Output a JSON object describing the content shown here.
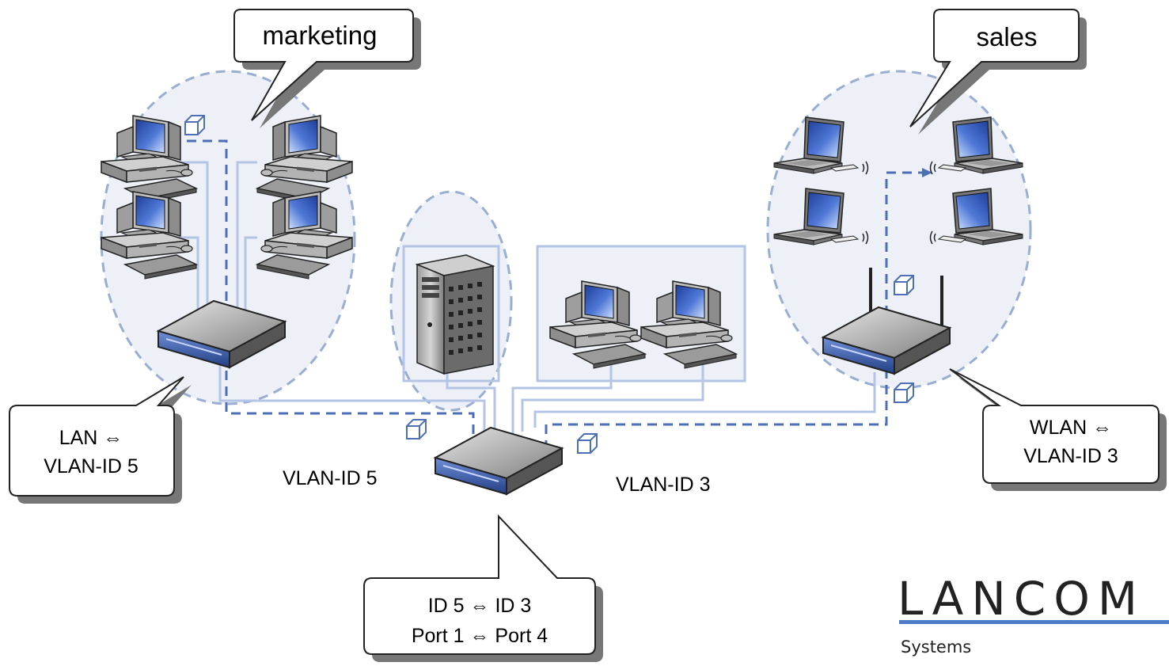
{
  "callouts": {
    "marketing": "marketing",
    "sales": "sales",
    "lan_line1": "LAN ⇔",
    "lan_line2": "VLAN-ID 5",
    "wlan_line1": "WLAN ⇔",
    "wlan_line2": "VLAN-ID 3",
    "switch_line1": "ID 5 ⇔ ID 3",
    "switch_line2": "Port 1 ⇔ Port 4"
  },
  "labels": {
    "vlan_left": "VLAN-ID 5",
    "vlan_right": "VLAN-ID 3"
  },
  "logo": {
    "name": "LANCOM",
    "sub": "Systems"
  },
  "colors": {
    "zone_fill": "#eef0f8",
    "zone_stroke": "#9aaed2",
    "wire": "#b4c4e4",
    "vlan_dash": "#4d6fb5",
    "packet": "#4d6fb5",
    "logo_bar": "#4d7cc6",
    "screen": "#3f5fb8"
  }
}
